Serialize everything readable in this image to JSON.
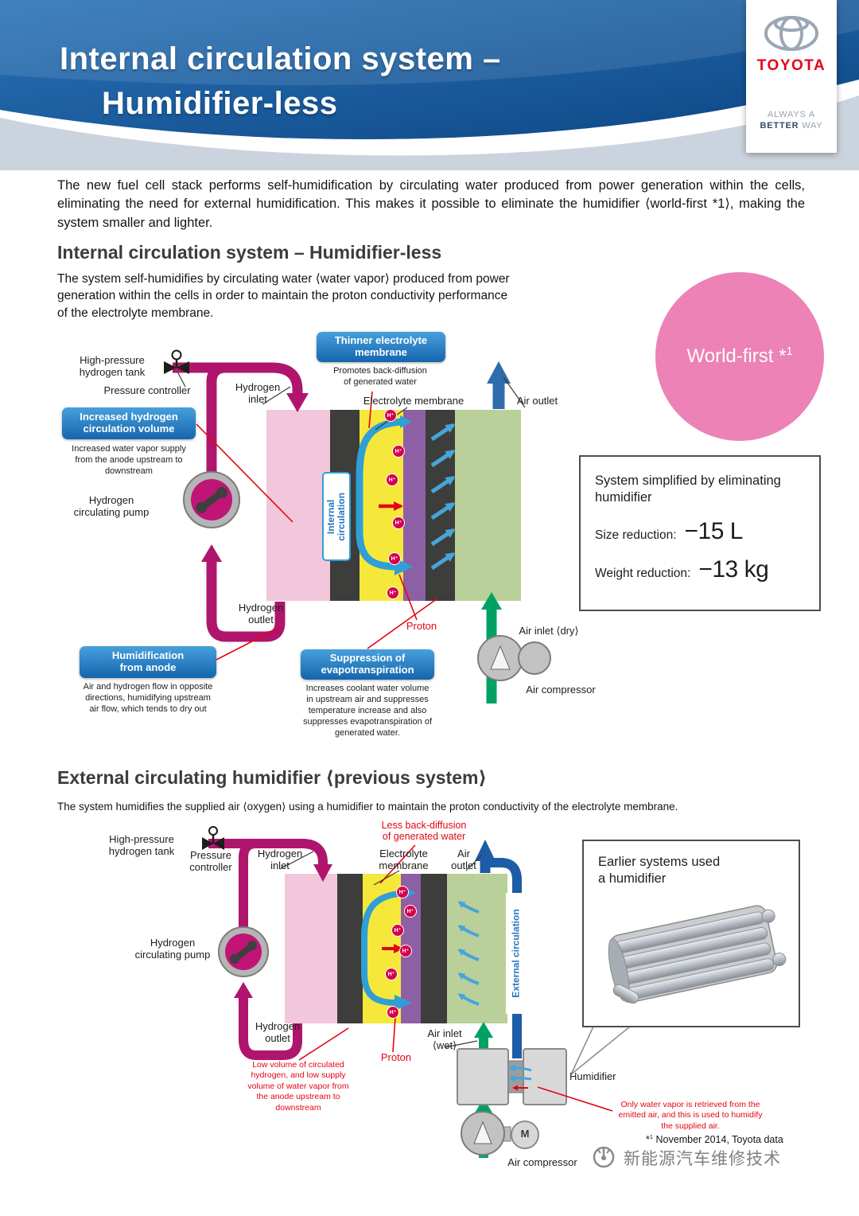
{
  "colors": {
    "header_blue": "#14477f",
    "magenta_pipe": "#b0156d",
    "callout_blue": "#1565ad",
    "pink_badge": "#ec82b5",
    "green_pipe": "#00a263",
    "red_accent": "#e30613",
    "toyota_red": "#e60019",
    "membrane_purple": "#8d5fa5"
  },
  "header": {
    "title_line1": "Internal circulation system –",
    "title_line2": "Humidifier-less",
    "logo": {
      "brand": "TOYOTA",
      "tagline_top": "ALWAYS A",
      "tagline_bold": "BETTER",
      "tagline_rest": " WAY"
    }
  },
  "intro": "The new fuel cell stack performs self-humidification by circulating water produced from power generation within the cells, eliminating the need for external humidification. This makes it possible to eliminate the humidifier ⟨world-first *1⟩, making the system smaller and lighter.",
  "world_first": {
    "text": "World-first *",
    "sup": "1"
  },
  "section_internal": {
    "heading": "Internal circulation system – Humidifier-less",
    "description": "The system self-humidifies by circulating water ⟨water vapor⟩ produced from power\ngeneration within the cells in order to maintain the proton conductivity performance\nof the electrolyte membrane.",
    "labels": {
      "tank": "High-pressure\nhydrogen tank",
      "pressure_controller": "Pressure controller",
      "hydrogen_inlet": "Hydrogen\ninlet",
      "electrolyte_membrane": "Electrolyte membrane",
      "air_outlet": "Air outlet",
      "pump": "Hydrogen\ncirculating pump",
      "internal_circulation": "Internal\ncirculation",
      "hydrogen_outlet": "Hydrogen\noutlet",
      "proton": "Proton",
      "air_inlet": "Air inlet ⟨dry⟩",
      "air_compressor": "Air compressor",
      "h_plus": "H⁺"
    },
    "callouts": {
      "thinner": {
        "title": "Thinner electrolyte\nmembrane",
        "body": "Promotes back-diffusion\nof generated water"
      },
      "increased": {
        "title": "Increased hydrogen\ncirculation volume",
        "body": "Increased water vapor supply\nfrom the anode upstream to\ndownstream"
      },
      "humidification": {
        "title": "Humidification\nfrom anode",
        "body": "Air and hydrogen flow in opposite\ndirections, humidifying upstream\nair flow, which tends to dry out"
      },
      "suppression": {
        "title": "Suppression of\nevapotranspiration",
        "body": "Increases coolant water volume\nin upstream air and suppresses\ntemperature increase and also\nsuppresses evapotranspiration of\ngenerated water."
      }
    },
    "benefits": {
      "title": "System simplified by eliminating\nhumidifier",
      "size_label": "Size reduction:",
      "size_value": "−15 L",
      "weight_label": "Weight reduction:",
      "weight_value": "−13 kg"
    }
  },
  "section_external": {
    "heading": "External circulating humidifier ⟨previous system⟩",
    "description": "The system humidifies the supplied air ⟨oxygen⟩ using a humidifier to maintain the proton conductivity of the electrolyte membrane.",
    "labels": {
      "tank": "High-pressure\nhydrogen tank",
      "pressure_controller": "Pressure\ncontroller",
      "hydrogen_inlet": "Hydrogen\ninlet",
      "electrolyte_membrane": "Electrolyte\nmembrane",
      "air_outlet": "Air\noutlet",
      "pump": "Hydrogen\ncirculating pump",
      "external_circulation": "External circulation",
      "hydrogen_outlet": "Hydrogen\noutlet",
      "proton": "Proton",
      "air_inlet": "Air inlet\n⟨wet⟩",
      "humidifier": "Humidifier",
      "air_compressor": "Air compressor",
      "motor": "M",
      "h_plus": "H⁺"
    },
    "notes": {
      "less_back_diffusion": "Less back-diffusion\nof generated water",
      "low_volume": "Low volume of circulated\nhydrogen, and low supply\nvolume of water vapor from\nthe anode upstream to\ndownstream",
      "vapor_retrieved": "Only water vapor is retrieved from the\nemitted air, and this is used to humidify\nthe supplied air."
    },
    "earlier_title": "Earlier systems used\na humidifier",
    "footnote": {
      "star": "*",
      "sup": "1",
      "text": " November 2014, Toyota data"
    }
  },
  "watermark_text": "新能源汽车维修技术"
}
